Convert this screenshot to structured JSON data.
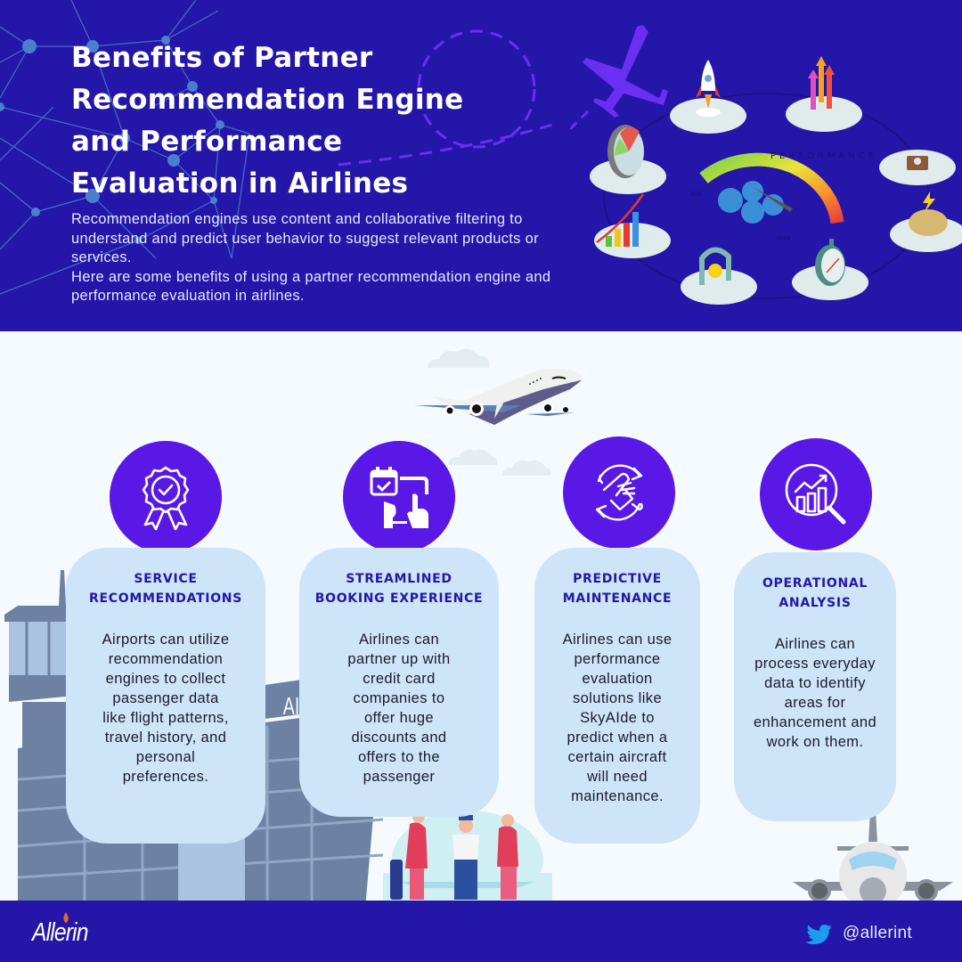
{
  "header": {
    "title_lines": [
      "Benefits of Partner",
      "Recommendation Engine",
      "and Performance",
      "Evaluation in Airlines"
    ],
    "intro_paragraphs": [
      "Recommendation engines use content and collaborative filtering to understand and predict user behavior to suggest relevant products or services.",
      "Here are some benefits of using a partner recommendation engine and performance evaluation in airlines."
    ],
    "illustration": {
      "gauge_label": "PERFORMANCE",
      "gauge_min": "MIN",
      "gauge_max": "MAX"
    }
  },
  "cards": [
    {
      "icon": "award-badge-check-icon",
      "title_lines": [
        "SERVICE",
        "RECOMMENDATIONS"
      ],
      "body": "Airports can utilize recommendation engines to collect passenger data like flight patterns, travel history, and personal preferences."
    },
    {
      "icon": "mobile-booking-calendar-icon",
      "title_lines": [
        "STREAMLINED",
        "BOOKING EXPERIENCE"
      ],
      "body": "Airlines can partner up with credit card companies to offer huge discounts and offers to the passenger"
    },
    {
      "icon": "maintenance-wrench-cycle-icon",
      "title_lines": [
        "PREDICTIVE",
        "MAINTENANCE"
      ],
      "body": "Airlines can use performance evaluation solutions like SkyAIde to predict when a certain aircraft will need maintenance."
    },
    {
      "icon": "analytics-magnifier-chart-icon",
      "title_lines": [
        "OPERATIONAL",
        "ANALYSIS"
      ],
      "body": "Airlines can process everyday data to identify areas for enhancement and work on them."
    }
  ],
  "building_sign": "AI",
  "footer": {
    "brand": "Allerin",
    "social_icon": "twitter-icon",
    "handle": "@allerint"
  },
  "colors": {
    "header_bg": "#2316a8",
    "page_bg": "#f5fafe",
    "icon_circle": "#5a18e6",
    "card_bg": "#cde4f9",
    "card_title": "#2417a6",
    "body_text": "#1b1b2a"
  }
}
